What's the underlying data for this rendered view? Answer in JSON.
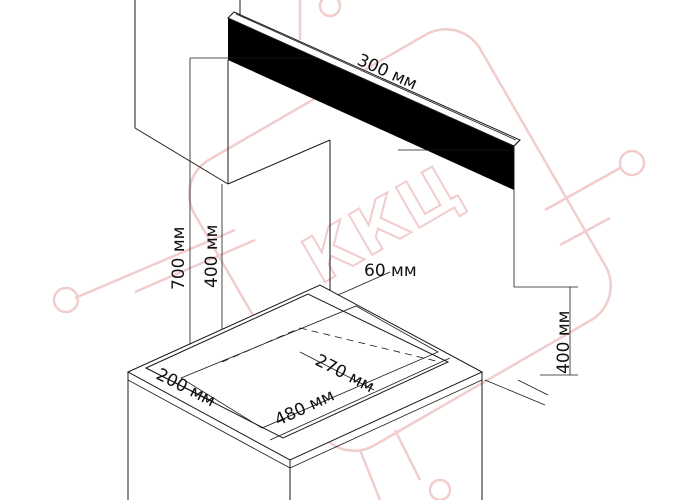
{
  "diagram": {
    "dimensions": {
      "hood_width": "300 мм",
      "hood_depth": "60 мм",
      "mount_height": "700 мм",
      "hood_clearance": "400 мм",
      "side_clearance": "400 мм",
      "cutout_depth": "200 мм",
      "cutout_width_inner": "270 мм",
      "cutout_width": "480 мм"
    },
    "watermark_text": "ККЦ",
    "colors": {
      "line": "#1a1a1a",
      "hood_fill": "#000000",
      "watermark": "#f1cdcd"
    }
  }
}
